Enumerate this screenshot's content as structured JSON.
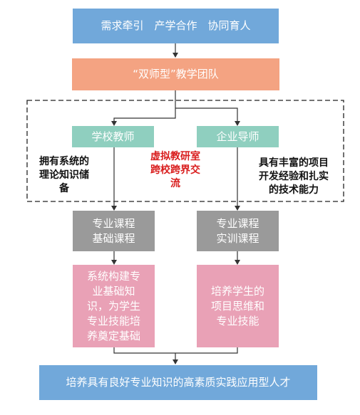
{
  "top_box": "需求牵引　产学合作　协同育人",
  "team_box": "“双师型”教学团队",
  "school_teacher": "学校教师",
  "enterprise_mentor": "企业导师",
  "school_desc": "拥有系统的\n理论知识储\n备",
  "virtual_lab": "虚拟教研室\n跨校跨界交\n流",
  "enterprise_desc": "具有丰富的项目\n开发经验和扎实\n的技术能力",
  "left_course": "专业课程\n基础课程",
  "right_course": "专业课程\n实训课程",
  "left_outcome": "系统构建专\n业基础知\n识，为学生\n专业技能培\n养奠定基础",
  "right_outcome": "培养学生的\n项目思维和\n专业技能",
  "bottom_box": "培养具有良好专业知识的高素质实践应用型人才",
  "colors": {
    "blue": "#71a8da",
    "salmon": "#f4a382",
    "green": "#8fcfbf",
    "gray": "#9a9a9a",
    "pink": "#e9a1b6",
    "red_text": "#d91e1e"
  }
}
